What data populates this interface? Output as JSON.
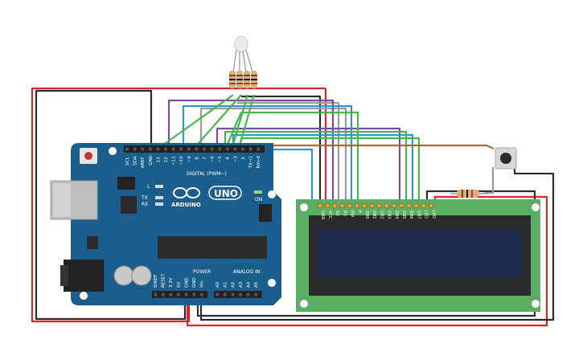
{
  "board": {
    "brand": "ARDUINO",
    "model": "UNO",
    "digital_label": "DIGITAL (PWM~)",
    "power_label": "POWER",
    "analog_label": "ANALOG IN",
    "on_label": "ON",
    "tx_label": "TX",
    "rx_label": "RX",
    "l_label": "L",
    "digital_pins": [
      "SCL",
      "SDA",
      "AREF",
      "GND",
      "13",
      "12",
      "~11",
      "~10",
      "~9",
      "8",
      "7",
      "~6",
      "~5",
      "4",
      "~3",
      "2",
      "TX→1",
      "RX←0"
    ],
    "power_pins": [
      "IOREF",
      "RESET",
      "3.3V",
      "5V",
      "GND",
      "GND",
      "Vin"
    ],
    "analog_pins": [
      "A0",
      "A1",
      "A2",
      "A3",
      "A4",
      "A5"
    ]
  },
  "lcd": {
    "pins": [
      "GND",
      "VCC",
      "V0",
      "RS",
      "RW",
      "E",
      "DB0",
      "DB1",
      "DB2",
      "DB3",
      "DB4",
      "DB5",
      "DB6",
      "DB7",
      "LED",
      "LED"
    ]
  },
  "colors": {
    "board": "#1a5e8e",
    "lcd_pcb": "#5bae61",
    "lcd_screen": "#1d2b4a",
    "wire_red": "#d3282d",
    "wire_black": "#2b2b2b",
    "wire_green": "#45b649",
    "wire_purple": "#7d4a9e",
    "wire_blue": "#2f95d0",
    "wire_gray": "#9a9a9a",
    "wire_brown": "#a26b3c"
  }
}
